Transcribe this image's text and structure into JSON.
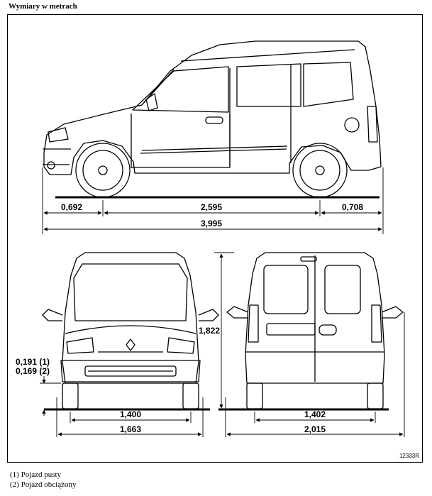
{
  "title": "Wymiary w metrach",
  "dimensions": {
    "front_overhang": "0,692",
    "wheelbase": "2,595",
    "rear_overhang": "0,708",
    "overall_length": "3,995",
    "front_track": "1,400",
    "overall_width_front": "1,663",
    "height": "1,822",
    "ground_clearance_empty": "0,191 (1)",
    "ground_clearance_loaded": "0,169 (2)",
    "rear_track": "1,402",
    "overall_width_mirrors": "2,015"
  },
  "reference_code": "12333R",
  "legend": [
    "(1)  Pojazd pusty",
    "(2)  Pojazd obciążony"
  ]
}
